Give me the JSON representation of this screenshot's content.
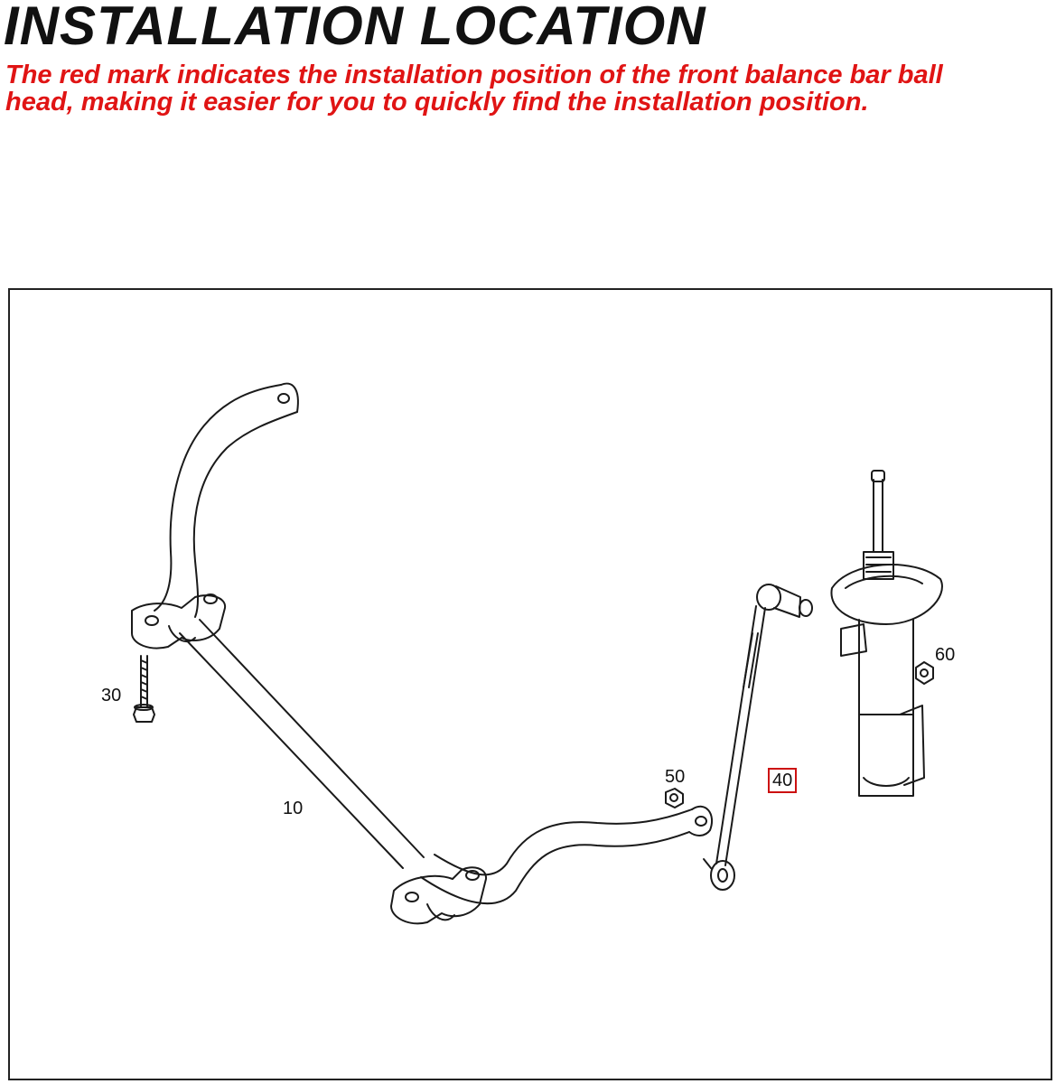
{
  "header": {
    "title": "INSTALLATION LOCATION",
    "subtitle_line1": "The red mark indicates the installation position of the front balance bar ball",
    "subtitle_line2": "head, making it easier for you to quickly find the installation position."
  },
  "diagram": {
    "callouts": {
      "stabilizer_bar": "10",
      "bolt": "30",
      "link_rod": "40",
      "nut_small": "50",
      "nut_strut": "60"
    },
    "highlighted_callout": "40"
  },
  "colors": {
    "title": "#111111",
    "subtitle": "#e01414",
    "highlight": "#cc1010",
    "line": "#1a1a1a"
  }
}
